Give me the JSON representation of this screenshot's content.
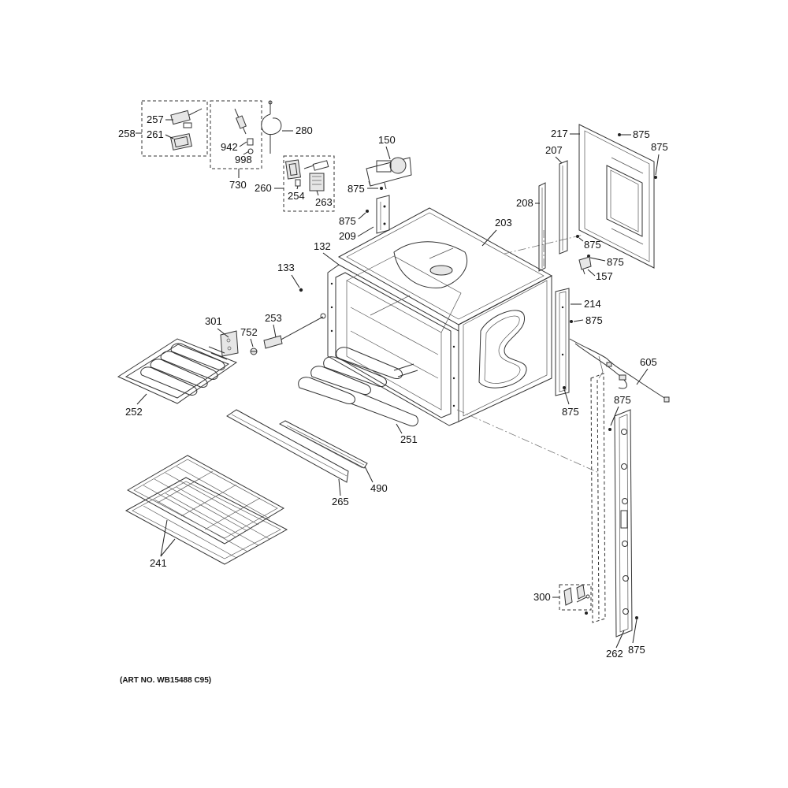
{
  "art_number": "(ART NO. WB15488 C95)",
  "callouts": {
    "c258": "258",
    "c257": "257",
    "c261": "261",
    "c942": "942",
    "c998": "998",
    "c730": "730",
    "c280": "280",
    "c260": "260",
    "c254": "254",
    "c263": "263",
    "c150": "150",
    "c875_a": "875",
    "c875_b": "875",
    "c209": "209",
    "c203": "203",
    "c132": "132",
    "c133": "133",
    "c217": "217",
    "c875_c": "875",
    "c875_d": "875",
    "c207": "207",
    "c208": "208",
    "c875_e": "875",
    "c875_f": "875",
    "c157": "157",
    "c214": "214",
    "c875_g": "875",
    "c605": "605",
    "c875_h": "875",
    "c875_i": "875",
    "c301": "301",
    "c752": "752",
    "c253": "253",
    "c252": "252",
    "c251": "251",
    "c490": "490",
    "c265": "265",
    "c241": "241",
    "c300": "300",
    "c262": "262",
    "c875_j": "875"
  }
}
